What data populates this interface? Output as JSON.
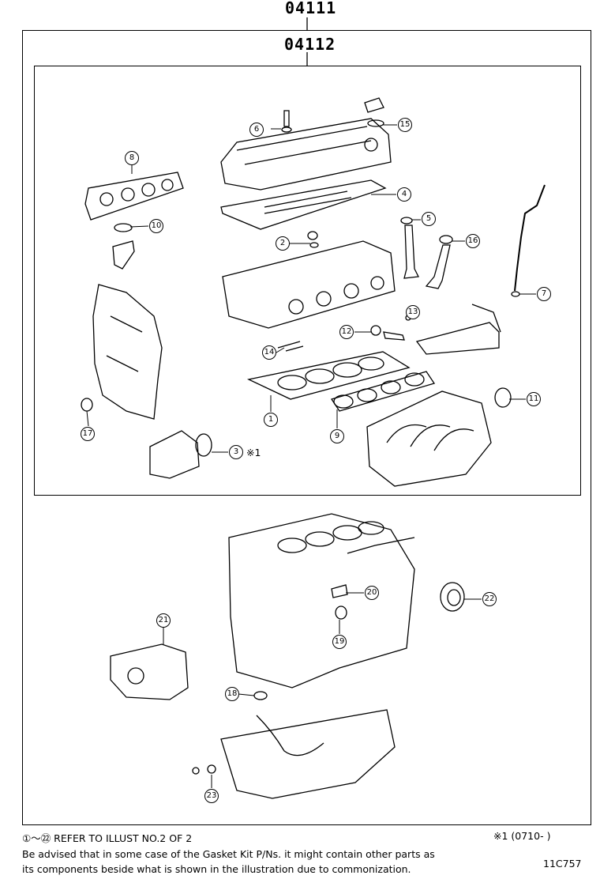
{
  "header": {
    "outer_code": "04111",
    "inner_code": "04112"
  },
  "callouts": [
    {
      "id": "c1",
      "n": "1"
    },
    {
      "id": "c2",
      "n": "2"
    },
    {
      "id": "c3",
      "n": "3"
    },
    {
      "id": "c4",
      "n": "4"
    },
    {
      "id": "c5",
      "n": "5"
    },
    {
      "id": "c6",
      "n": "6"
    },
    {
      "id": "c7",
      "n": "7"
    },
    {
      "id": "c8",
      "n": "8"
    },
    {
      "id": "c9",
      "n": "9"
    },
    {
      "id": "c10",
      "n": "10"
    },
    {
      "id": "c11",
      "n": "11"
    },
    {
      "id": "c12",
      "n": "12"
    },
    {
      "id": "c13",
      "n": "13"
    },
    {
      "id": "c14",
      "n": "14"
    },
    {
      "id": "c15",
      "n": "15"
    },
    {
      "id": "c16",
      "n": "16"
    },
    {
      "id": "c17",
      "n": "17"
    },
    {
      "id": "c18",
      "n": "18"
    },
    {
      "id": "c19",
      "n": "19"
    },
    {
      "id": "c20",
      "n": "20"
    },
    {
      "id": "c21",
      "n": "21"
    },
    {
      "id": "c22",
      "n": "22"
    },
    {
      "id": "c23",
      "n": "23"
    }
  ],
  "marks": {
    "part3_note": "※1"
  },
  "footer": {
    "refer_text": "①～㉒ REFER TO ILLUST NO.2 OF 2",
    "date_note": "※1 (0710-      )",
    "advisory_line1": "Be advised that in some case of the Gasket Kit P/Ns.  it might contain other parts as",
    "advisory_line2": "its components beside what is shown in the illustration due to commonization.",
    "illust_code": "11C757"
  }
}
